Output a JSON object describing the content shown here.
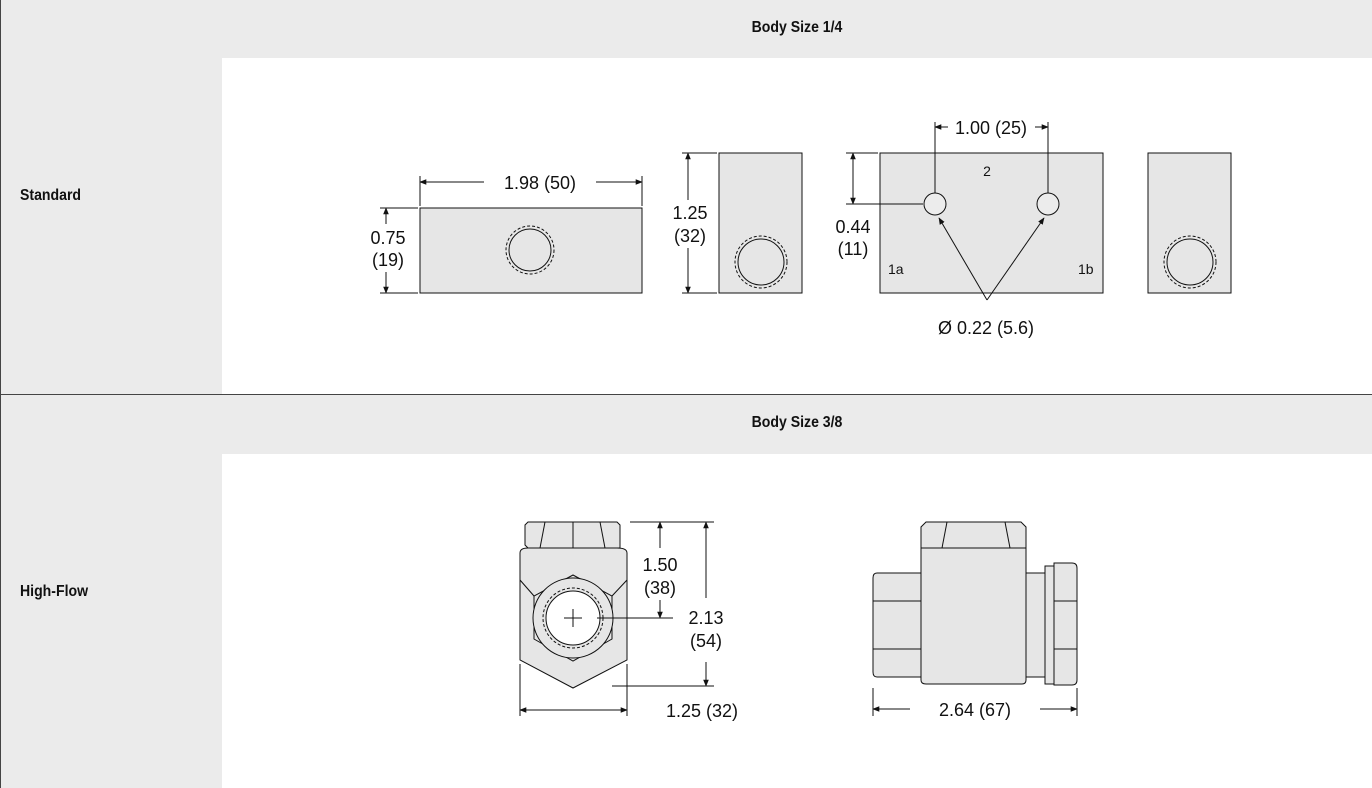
{
  "sections": [
    {
      "header": "Body Size 1/4",
      "row_label": "Standard",
      "dimensions": {
        "length": "1.98 (50)",
        "height_a_in": "0.75",
        "height_a_mm": "(19)",
        "height_b_in": "1.25",
        "height_b_mm": "(32)",
        "port_spacing": "1.00 (25)",
        "port_offset_in": "0.44",
        "port_offset_mm": "(11)",
        "port_diameter": "Ø 0.22 (5.6)"
      },
      "port_labels": {
        "top": "2",
        "left": "1a",
        "right": "1b"
      }
    },
    {
      "header": "Body Size 3/8",
      "row_label": "High-Flow",
      "dimensions": {
        "inner_height_in": "1.50",
        "inner_height_mm": "(38)",
        "total_height_in": "2.13",
        "total_height_mm": "(54)",
        "width": "1.25 (32)",
        "length": "2.64 (67)"
      }
    }
  ],
  "colors": {
    "band_gray": "#ebebeb",
    "body_gray": "#e6e6e6",
    "line": "#111111"
  }
}
